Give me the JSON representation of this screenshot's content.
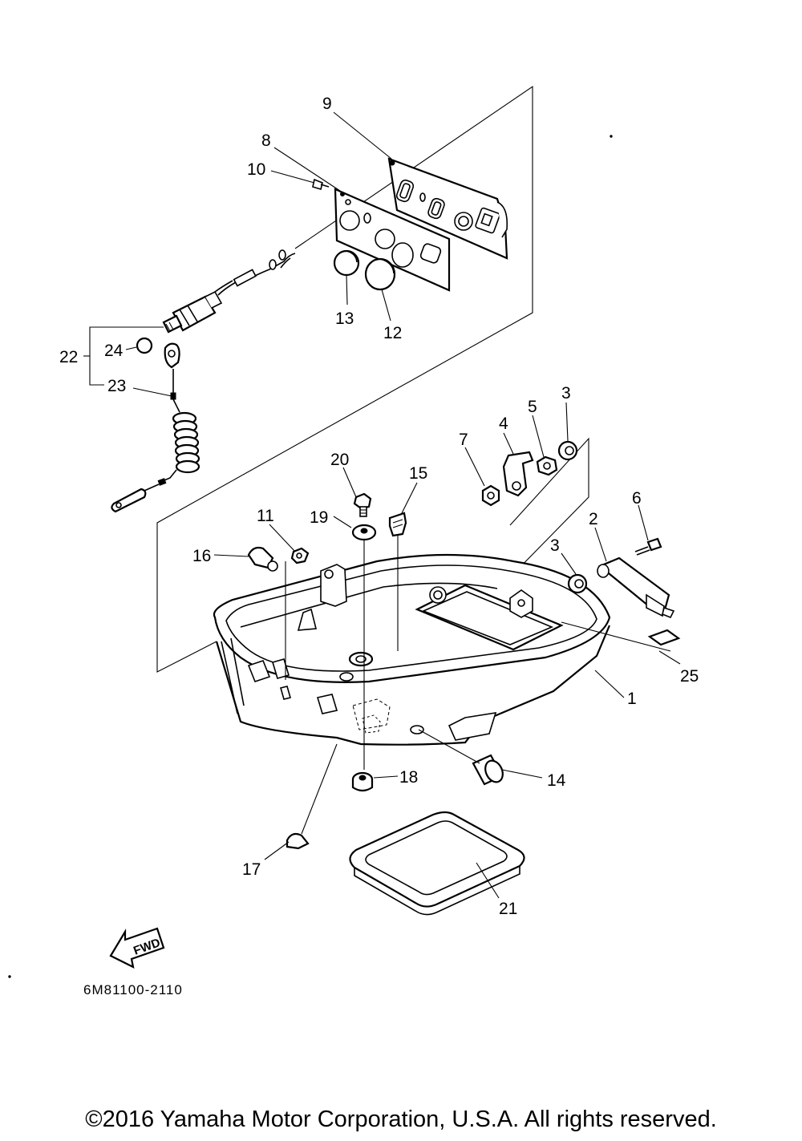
{
  "callouts": {
    "c1": "1",
    "c2": "2",
    "c3a": "3",
    "c3b": "3",
    "c4": "4",
    "c5": "5",
    "c6": "6",
    "c7": "7",
    "c8": "8",
    "c9": "9",
    "c10": "10",
    "c11": "11",
    "c12": "12",
    "c13": "13",
    "c14": "14",
    "c15": "15",
    "c16": "16",
    "c17": "17",
    "c18": "18",
    "c19": "19",
    "c20": "20",
    "c21": "21",
    "c22": "22",
    "c23": "23",
    "c24": "24",
    "c25": "25"
  },
  "fwd_label": "FWD",
  "diagram_code": "6M81100-2110",
  "copyright": "©2016 Yamaha Motor Corporation, U.S.A. All rights reserved."
}
